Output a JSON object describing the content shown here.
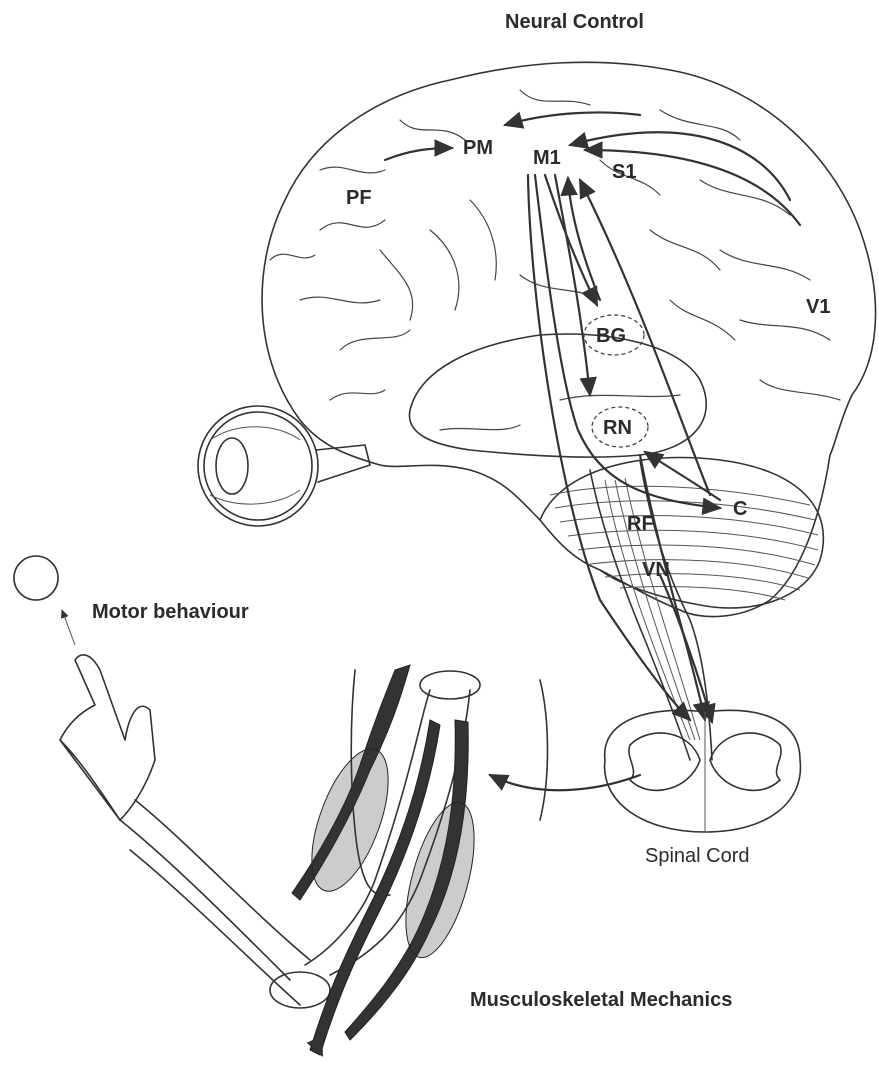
{
  "titles": {
    "neural_control": "Neural Control",
    "motor_behaviour": "Motor behaviour",
    "musculoskeletal": "Musculoskeletal Mechanics",
    "spinal_cord": "Spinal Cord"
  },
  "regions": {
    "pf": "PF",
    "pm": "PM",
    "m1": "M1",
    "s1": "S1",
    "v1": "V1",
    "bg": "BG",
    "rn": "RN",
    "c": "C",
    "rf": "RF",
    "vn": "VN"
  },
  "colors": {
    "ink": "#2b2b2b",
    "background": "#ffffff"
  }
}
